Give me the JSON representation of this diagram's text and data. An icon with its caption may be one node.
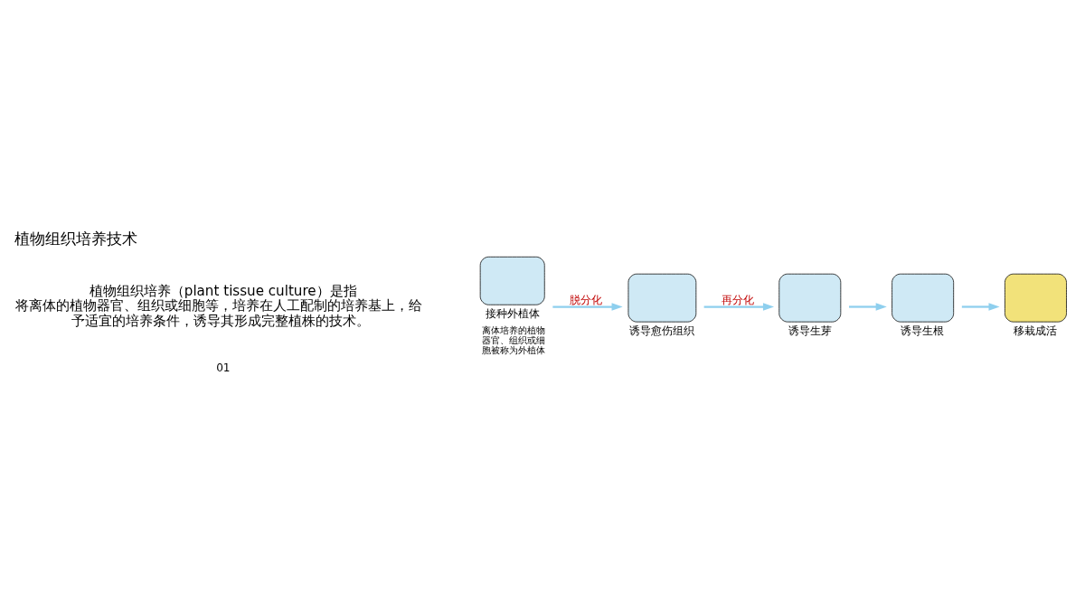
{
  "diagram": {
    "title": "植物组织培养技术",
    "nodes": [
      {
        "text": [],
        "shape": "box",
        "beside": [
          "接种外植体",
          "离体培养的植物器官、组织或细胞被称为外植体"
        ]
      },
      {
        "text": [],
        "shape": "box",
        "beside": [
          "诱导愈伤组织"
        ]
      },
      {
        "text": [],
        "shape": "box",
        "beside": [
          "诱导生芽"
        ]
      },
      {
        "text": [],
        "shape": "box",
        "beside": [
          "诱导生根"
        ]
      },
      {
        "text": [],
        "shape": "box",
        "beside": [
          "移栽成活"
        ]
      }
    ],
    "edges": [
      {
        "from": 0,
        "to": 1,
        "arrow": "to",
        "label": "脱分化"
      },
      {
        "from": 1,
        "to": 2,
        "arrow": "to",
        "label": "再分化"
      },
      {
        "from": 2,
        "to": 3,
        "arrow": "to"
      },
      {
        "from": 3,
        "to": 4,
        "arrow": "to"
      }
    ],
    "labels": [
      "01",
      "植物组织培养（plant tissue culture）是指将离体的植物器官、组织或细胞等，培养在人工配制的培养基上，给予适宜的培养条件，诱导其形成完整植株的技术。"
    ]
  }
}
